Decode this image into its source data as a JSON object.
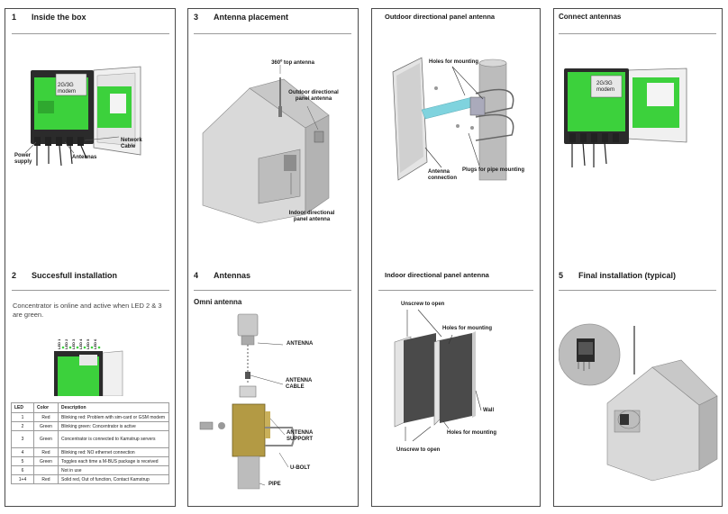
{
  "col1": {
    "s1": {
      "num": "1",
      "title": "Inside the box"
    },
    "s1_labels": {
      "modem": "2G/3G\nmodem",
      "power": "Power\nsupply",
      "antennas": "Antennas",
      "network": "Network\nCable"
    },
    "s2": {
      "num": "2",
      "title": "Succesfull installation"
    },
    "s2_text": "Concentrator is online and active when LED 2 & 3 are green.",
    "led_labels": [
      "LED 1",
      "LED 2",
      "LED 3",
      "LED 4",
      "LED 5",
      "LED 6"
    ],
    "table": {
      "headers": [
        "LED",
        "Color",
        "Description"
      ],
      "rows": [
        [
          "1",
          "Red",
          "Blinking red: Problem with sim-card or GSM modem"
        ],
        [
          "2",
          "Green",
          "Blinking green: Concentrator is active"
        ],
        [
          "3",
          "Green",
          "Concentrator is connected to Kamstrup servers"
        ],
        [
          "4",
          "Red",
          "Blinking red: NO ethernet connection"
        ],
        [
          "5",
          "Green",
          "Toggles each time a M-BUS package is received"
        ],
        [
          "6",
          "",
          "Not in use"
        ],
        [
          "1+4",
          "Red",
          "Solid red, Out of function, Contact Kamstrup"
        ]
      ]
    }
  },
  "col2": {
    "s3": {
      "num": "3",
      "title": "Antenna placement"
    },
    "s3_labels": {
      "top": "360º top antenna",
      "outdoor": "Outdoor directional\npanel antenna",
      "indoor": "Indoor directional\npanel antenna"
    },
    "s4": {
      "num": "4",
      "title": "Antennas"
    },
    "omni": "Omni antenna",
    "omni_labels": {
      "antenna": "ANTENNA",
      "cable": "ANTENNA\nCABLE",
      "support": "ANTENNA\nSUPPORT",
      "ubolt": "U-BOLT",
      "pipe": "PIPE"
    }
  },
  "col3": {
    "outdoor_title": "Outdoor directional panel antenna",
    "outdoor_labels": {
      "holes": "Holes for mounting",
      "connection": "Antenna\nconnection",
      "plugs": "Plugs for pipe mounting"
    },
    "indoor_title": "Indoor directional panel antenna",
    "indoor_labels": {
      "unscrew_top": "Unscrew to open",
      "holes_top": "Holes for mounting",
      "wall": "Wall",
      "holes_bottom": "Holes for mounting",
      "unscrew_bottom": "Unscrew to open"
    }
  },
  "col4": {
    "connect_title": "Connect antennas",
    "modem": "2G/3G\nmodem",
    "s5": {
      "num": "5",
      "title": "Final installation (typical)"
    }
  },
  "colors": {
    "board": "#3cd13c",
    "case_dark": "#2b2b2b",
    "house": "#d9d9d9",
    "pipe": "#bcbcbc",
    "brass": "#b39a44",
    "teal": "#7fd3de"
  }
}
